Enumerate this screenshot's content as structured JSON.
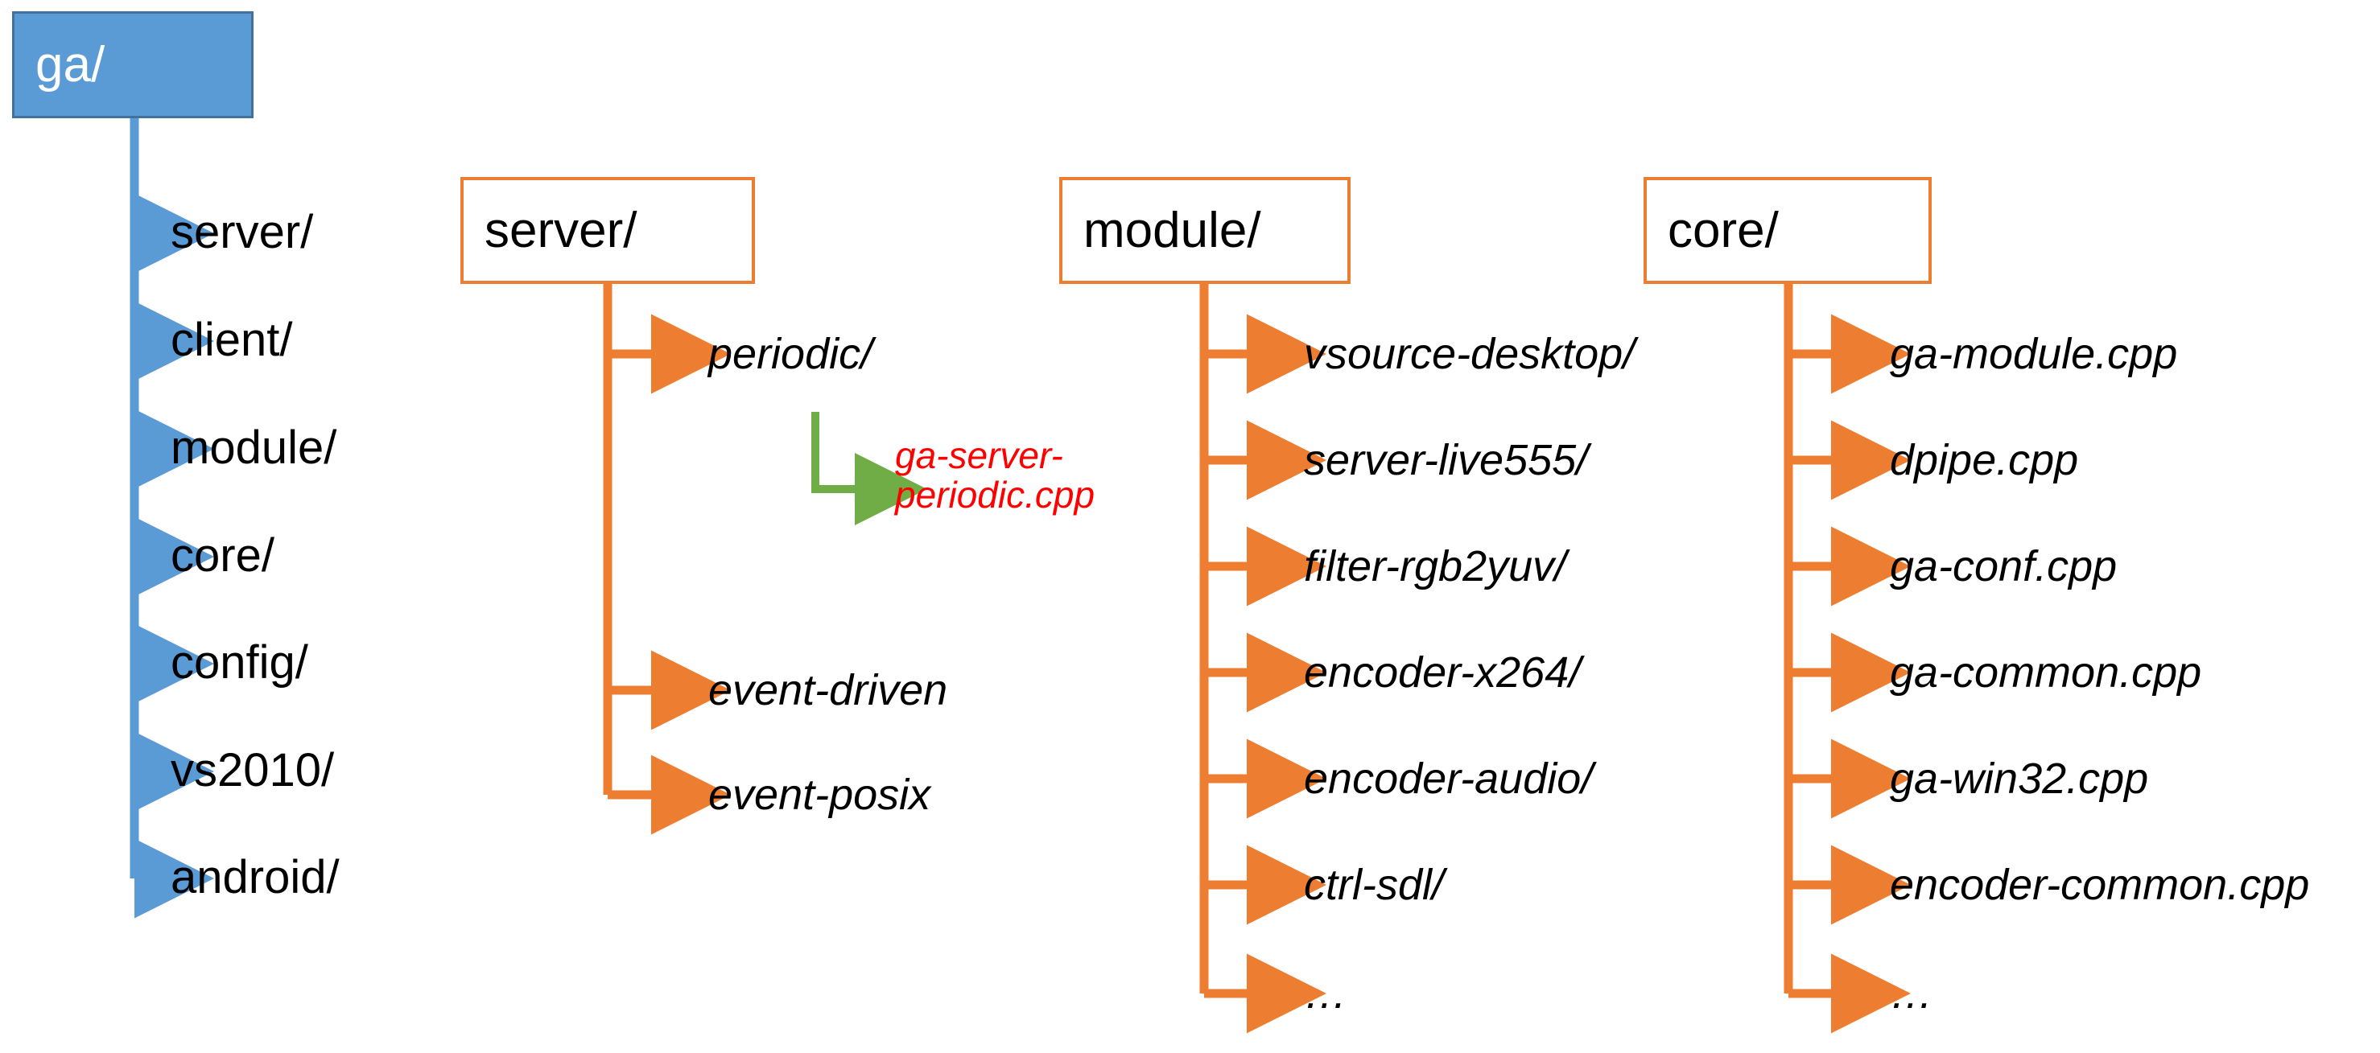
{
  "diagram": {
    "title": "ga/ source tree",
    "colors": {
      "root_fill": "#5B9BD5",
      "root_border": "#41719C",
      "group_border": "#ED7D31",
      "root_connector": "#5B9BD5",
      "group_connector": "#ED7D31",
      "highlight_connector": "#70AD47",
      "highlight_text": "#FF0000",
      "text": "#000000"
    },
    "root": {
      "label": "ga/",
      "children": [
        {
          "label": "server/"
        },
        {
          "label": "client/"
        },
        {
          "label": "module/"
        },
        {
          "label": "core/"
        },
        {
          "label": "config/"
        },
        {
          "label": "vs2010/"
        },
        {
          "label": "android/"
        }
      ]
    },
    "groups": [
      {
        "id": "server",
        "label": "server/",
        "children": [
          {
            "label": "periodic/"
          },
          {
            "label": "event-driven"
          },
          {
            "label": "event-posix"
          }
        ],
        "highlight": {
          "label": "ga-server-periodic.cpp",
          "line1": "ga-server-",
          "line2": "periodic.cpp"
        }
      },
      {
        "id": "module",
        "label": "module/",
        "children": [
          {
            "label": "vsource-desktop/"
          },
          {
            "label": "server-live555/"
          },
          {
            "label": "filter-rgb2yuv/"
          },
          {
            "label": "encoder-x264/"
          },
          {
            "label": "encoder-audio/"
          },
          {
            "label": "ctrl-sdl/"
          },
          {
            "label": "…"
          }
        ]
      },
      {
        "id": "core",
        "label": "core/",
        "children": [
          {
            "label": "ga-module.cpp"
          },
          {
            "label": "dpipe.cpp"
          },
          {
            "label": "ga-conf.cpp"
          },
          {
            "label": "ga-common.cpp"
          },
          {
            "label": "ga-win32.cpp"
          },
          {
            "label": "encoder-common.cpp"
          },
          {
            "label": "…"
          }
        ]
      }
    ]
  }
}
